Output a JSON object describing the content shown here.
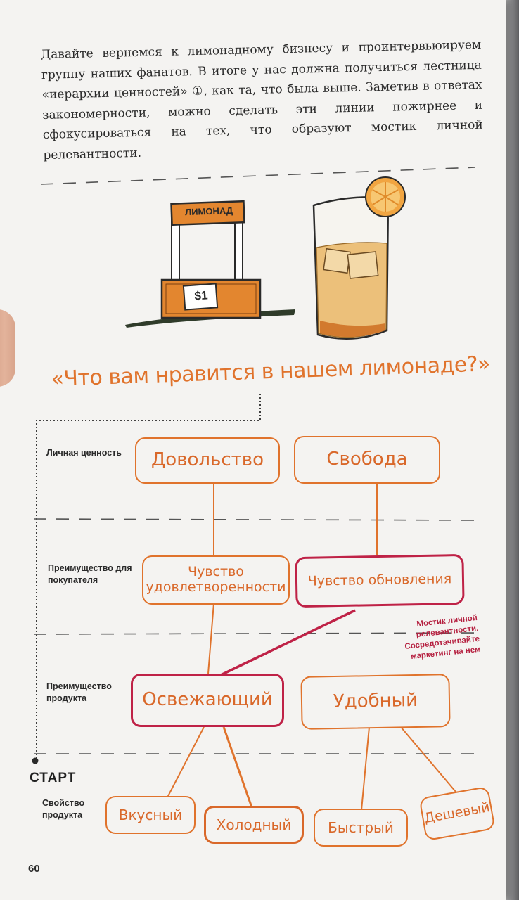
{
  "intro": "Давайте вернемся к лимонадному бизнесу и проинтервьюируем группу наших фанатов. В итоге у нас должна получиться лестница «иерархии ценностей» ①, как та, что была выше. Заметив в ответах закономерности, можно сделать эти линии пожирнее и сфокусироваться на тех, что образуют мостик личной релевантности.",
  "illustration": {
    "stand_sign": "ЛИМОНАД",
    "price": "$1"
  },
  "headline": "«Что вам нравится в нашем лимонаде?»",
  "levels": {
    "personal_value": "Личная ценность",
    "buyer_benefit": "Преимущество для покупателя",
    "product_benefit": "Преимущество продукта",
    "product_feature": "Свойство продукта"
  },
  "start_label": "СТАРТ",
  "boxes": {
    "contentment": "Довольство",
    "freedom": "Свобода",
    "satisfaction": "Чувство удовлетворенности",
    "renewal": "Чувство обновления",
    "refreshing": "Освежающий",
    "convenient": "Удобный",
    "tasty": "Вкусный",
    "cold": "Холодный",
    "fast": "Быстрый",
    "cheap": "Дешевый"
  },
  "bridge_note": "Мостик личной релевантности. Сосредотачивайте маркетинг на нем",
  "page_number": "60",
  "colors": {
    "orange": "#e0732c",
    "crimson": "#bf2247",
    "text": "#2a2a2a"
  }
}
